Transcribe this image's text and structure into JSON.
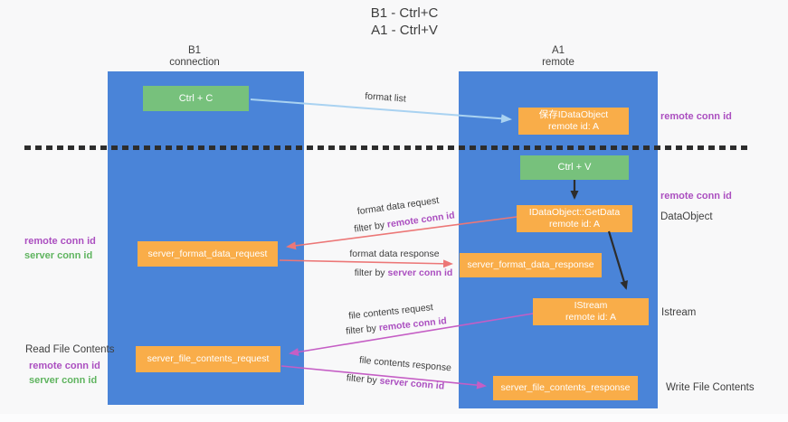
{
  "title": {
    "line1": "B1 - Ctrl+C",
    "line2": "A1 - Ctrl+V"
  },
  "left_column": {
    "header1": "B1",
    "header2": "connection"
  },
  "right_column": {
    "header1": "A1",
    "header2": "remote"
  },
  "boxes": {
    "ctrl_c": "Ctrl + C",
    "ctrl_v": "Ctrl + V",
    "save_dataobject_line1": "保存IDataObject",
    "getdata_line1": "IDataObject::GetData",
    "istream_line1": "IStream",
    "remote_id": "remote id: A",
    "format_request": "server_format_data_request",
    "format_response": "server_format_data_response",
    "file_request": "server_file_contents_request",
    "file_response": "server_file_contents_response"
  },
  "flow_labels": {
    "format_list": "format list",
    "format_data_request": "format data request",
    "format_data_response": "format data response",
    "file_contents_request": "file contents request",
    "file_contents_response": "file contents response",
    "filter_by": "filter by",
    "remote_conn_id": "remote conn id",
    "server_conn_id": "server conn id"
  },
  "side_labels": {
    "remote_conn_id": "remote conn id",
    "server_conn_id": "server conn id",
    "read_file_contents": "Read File Contents",
    "write_file_contents": "Write File Contents",
    "dataobject": "DataObject",
    "istream": "Istream"
  },
  "colors": {
    "lifeline_blue": "#4a84d8",
    "box_green": "#77c17c",
    "box_orange": "#f9ad49",
    "arrow_light_blue": "#a9d2f1",
    "arrow_salmon": "#ec7777",
    "arrow_magenta": "#c55ec5",
    "arrow_black": "#2d2d2d",
    "text_purple": "#ab4fc0",
    "text_green": "#5fb45f"
  }
}
